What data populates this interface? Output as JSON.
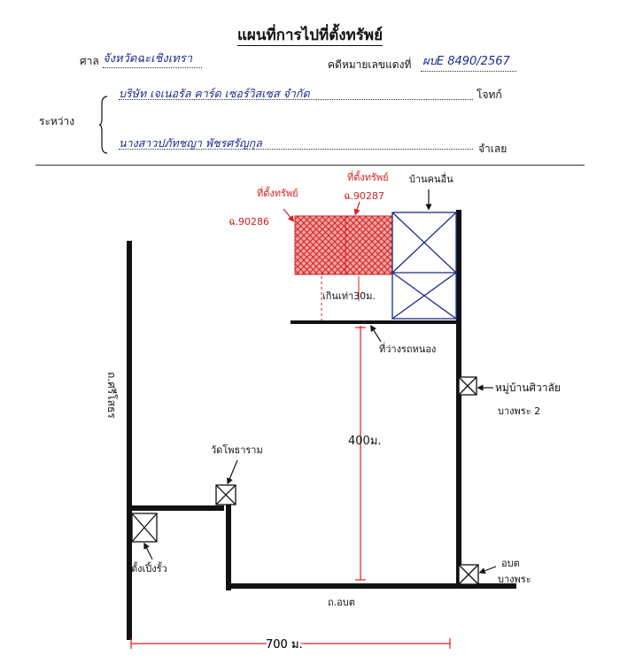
{
  "header": {
    "title": "แผนที่การไปที่ตั้งทรัพย์",
    "court_label": "ศาล",
    "court_value": "จังหวัดฉะเชิงเทรา",
    "case_label": "คดีหมายเลขแดงที่",
    "case_value": "ผบE 8490/2567",
    "between_label": "ระหว่าง",
    "plaintiff_name": "บริษัท เจเนอรัล คาร์ด เซอร์วิสเซส จำกัด",
    "plaintiff_label": "โจทก์",
    "defendant_name": "นางสาวปภัทชญา พัชรศรัญกุล",
    "defendant_label": "จำเลย"
  },
  "map": {
    "property_label_1": "ที่ตั้งทรัพย์",
    "deed_1": "ฉ.90286",
    "property_label_2": "ที่ตั้งทรัพย์",
    "deed_2": "ฉ.90287",
    "neighbor_house": "บ้านคนอื่น",
    "distance_note": "เกินเท่า30ม.",
    "road_name_left": "ถ.ศรีโสธร",
    "vacant_land": "ที่ว่างรถหนอง",
    "village": "หมู่บ้านศิวาลัย",
    "village_sub": "บางพระ 2",
    "temple": "วัดโพธาราม",
    "landmark_bottom_left": "ตั้งเปิ้งรั้ว",
    "obt_label": "อบต",
    "obt_sub": "บางพระ",
    "road_name_bottom": "ถ.อบต",
    "distance_vertical": "400ม.",
    "distance_horizontal": "700 ม.",
    "colors": {
      "red": "#d42020",
      "ink": "#111111",
      "blue": "#1b2a8c"
    }
  }
}
